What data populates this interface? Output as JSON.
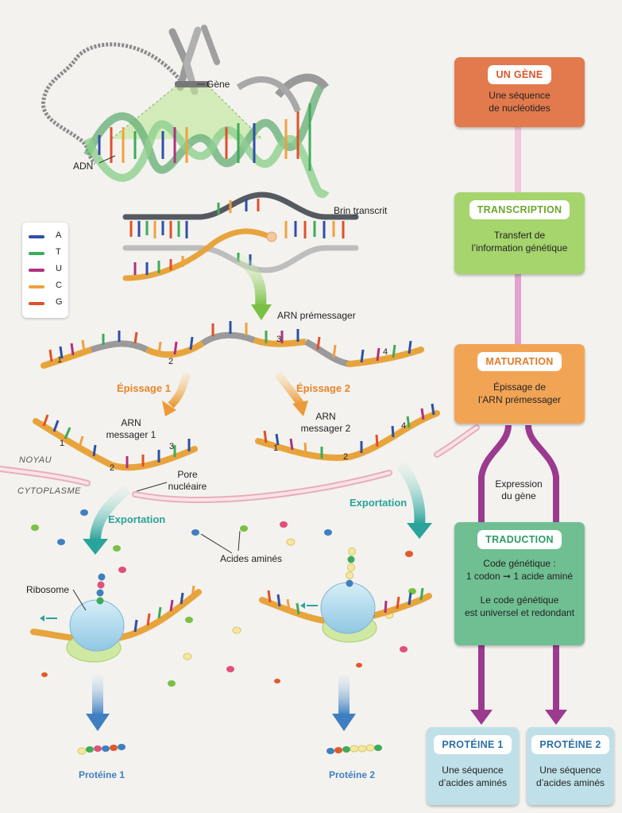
{
  "labels": {
    "gene": "Gène",
    "adn": "ADN",
    "brin_transcrit": "Brin transcrit",
    "arn_premessager": "ARN prémessager",
    "epissage1": "Épissage 1",
    "epissage2": "Épissage 2",
    "arn_messager1": [
      "ARN",
      "messager 1"
    ],
    "arn_messager2": [
      "ARN",
      "messager 2"
    ],
    "noyau": "NOYAU",
    "cytoplasme": "CYTOPLASME",
    "pore_nucleaire": [
      "Pore",
      "nucléaire"
    ],
    "exportation_left": "Exportation",
    "exportation_right": "Exportation",
    "acides_amines": "Acides aminés",
    "ribosome": "Ribosome",
    "proteine1": "Protéine 1",
    "proteine2": "Protéine 2",
    "expression_du_gene": [
      "Expression",
      "du gène"
    ],
    "exon_numbers": [
      "1",
      "2",
      "3",
      "4"
    ]
  },
  "legend": [
    {
      "letter": "A",
      "color": "#2f4fa8"
    },
    {
      "letter": "T",
      "color": "#3faa5a"
    },
    {
      "letter": "U",
      "color": "#b0317e"
    },
    {
      "letter": "C",
      "color": "#f0a040"
    },
    {
      "letter": "G",
      "color": "#e0502a"
    }
  ],
  "flow": {
    "gene_box": {
      "title": "UN GÈNE",
      "desc": [
        "Une séquence",
        "de nucléotides"
      ],
      "color": "#e27a4d"
    },
    "transcription_box": {
      "title": "TRANSCRIPTION",
      "desc": [
        "Transfert de",
        "l’information génétique"
      ],
      "color": "#a6d46d"
    },
    "maturation_box": {
      "title": "MATURATION",
      "desc": [
        "Épissage de",
        "l’ARN prémessager"
      ],
      "color": "#f2a455"
    },
    "traduction_box": {
      "title": "TRADUCTION",
      "desc": [
        "Code génétique :",
        "1 codon ➞ 1 acide aminé",
        "",
        "Le code génétique",
        "est universel et redondant"
      ],
      "color": "#6fbf92"
    },
    "proteine1_box": {
      "title": "PROTÉINE 1",
      "desc": [
        "Une séquence",
        "d’acides aminés"
      ],
      "color": "#bfe0e8"
    },
    "proteine2_box": {
      "title": "PROTÉINE 2",
      "desc": [
        "Une séquence",
        "d’acides aminés"
      ],
      "color": "#bfe0e8"
    }
  },
  "colors": {
    "strand": "#e8a43c",
    "strand_dark": "#c97f1e",
    "intron": "#9a9a9a",
    "dna_dark": "#555a60",
    "dna_light": "#bfbfbf",
    "connector_pink": "#e9b8d6",
    "connector_purple": "#9b3a8f",
    "teal_arrow": "#2aa39a",
    "orange_arrow": "#ec9a38",
    "green_arrow": "#7ac143",
    "blue_arrow": "#3f7fc1"
  }
}
